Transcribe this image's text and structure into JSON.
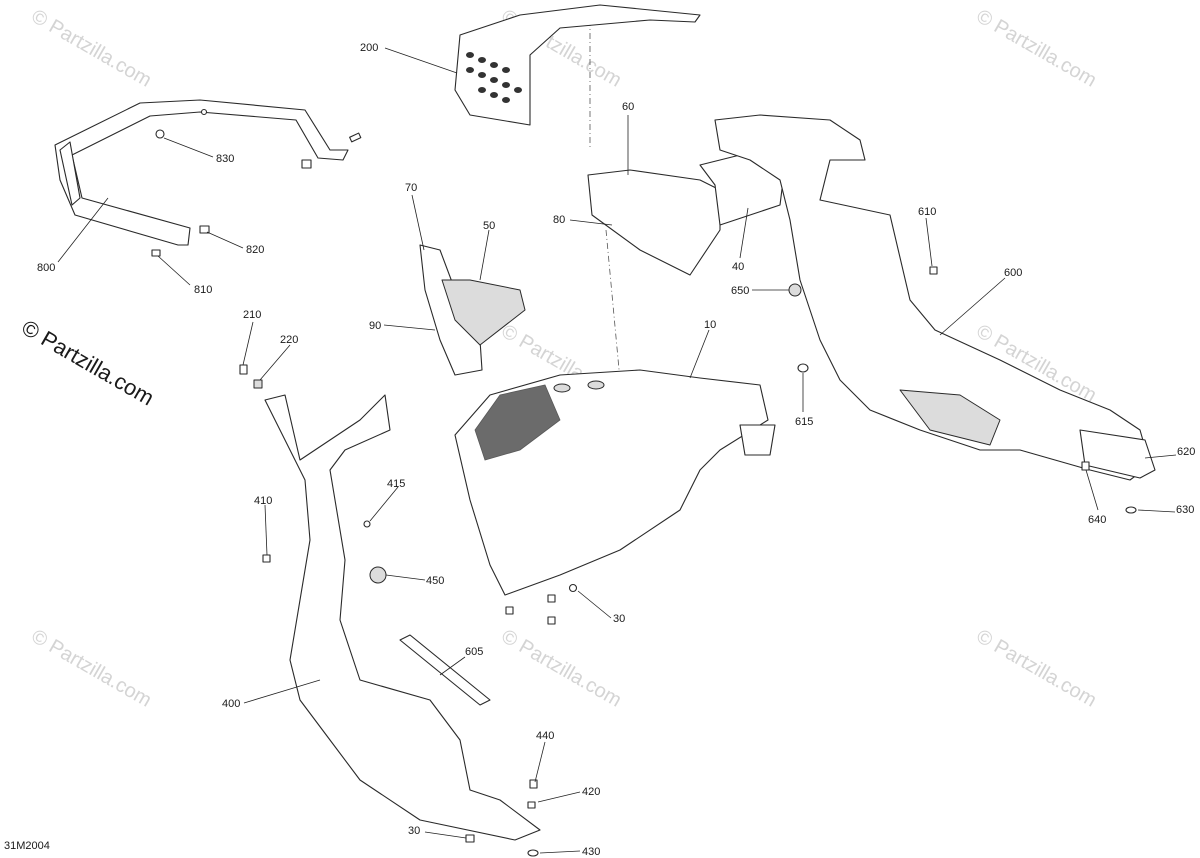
{
  "watermark": {
    "text": "© Partzilla.com",
    "prominent_text": "© Partzilla.com",
    "color": "#d4d4d4"
  },
  "diagram_code": "31M2004",
  "callouts": [
    {
      "id": "c200",
      "label": "200"
    },
    {
      "id": "c830",
      "label": "830"
    },
    {
      "id": "c820",
      "label": "820"
    },
    {
      "id": "c810",
      "label": "810"
    },
    {
      "id": "c800",
      "label": "800"
    },
    {
      "id": "c60",
      "label": "60"
    },
    {
      "id": "c80",
      "label": "80"
    },
    {
      "id": "c40",
      "label": "40"
    },
    {
      "id": "c70",
      "label": "70"
    },
    {
      "id": "c50",
      "label": "50"
    },
    {
      "id": "c90",
      "label": "90"
    },
    {
      "id": "c10",
      "label": "10"
    },
    {
      "id": "c610",
      "label": "610"
    },
    {
      "id": "c600",
      "label": "600"
    },
    {
      "id": "c650",
      "label": "650"
    },
    {
      "id": "c615",
      "label": "615"
    },
    {
      "id": "c620",
      "label": "620"
    },
    {
      "id": "c630",
      "label": "630"
    },
    {
      "id": "c640",
      "label": "640"
    },
    {
      "id": "c210",
      "label": "210"
    },
    {
      "id": "c220",
      "label": "220"
    },
    {
      "id": "c410",
      "label": "410"
    },
    {
      "id": "c415",
      "label": "415"
    },
    {
      "id": "c450",
      "label": "450"
    },
    {
      "id": "c30a",
      "label": "30"
    },
    {
      "id": "c605",
      "label": "605"
    },
    {
      "id": "c400",
      "label": "400"
    },
    {
      "id": "c440",
      "label": "440"
    },
    {
      "id": "c420",
      "label": "420"
    },
    {
      "id": "c30b",
      "label": "30"
    },
    {
      "id": "c430",
      "label": "430"
    }
  ]
}
